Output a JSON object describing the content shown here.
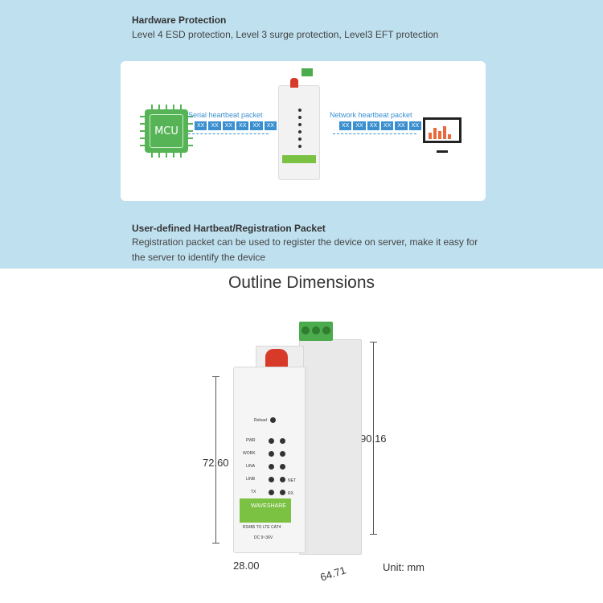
{
  "sections": [
    {
      "heading": "Hardware Protection",
      "text": "Level 4 ESD protection, Level 3 surge protection, Level3 EFT protection"
    },
    {
      "heading": "User-defined Hartbeat/Registration Packet",
      "text_line1": "Registration packet can be used to register the device on server, make it easy for",
      "text_line2": "the server to identify the device"
    }
  ],
  "diagram": {
    "mcu_label": "MCU",
    "serial_label": "Serial heartbeat packet",
    "network_label": "Network heartbeat packet",
    "packet_token": "XX"
  },
  "outline": {
    "title": "Outline Dimensions",
    "height_front": "72.60",
    "height_total": "90.16",
    "width": "28.00",
    "depth": "64.71",
    "unit": "Unit: mm",
    "panel_labels": {
      "reload": "Reload",
      "pwr": "PWR",
      "work": "WORK",
      "lina": "LINA",
      "linb": "LINB",
      "tx": "TX",
      "net": "NET",
      "rx": "RX"
    },
    "brand": "WAVESHARE",
    "model": "RS485 TO LTE CAT4",
    "power": "DC 9~36V"
  },
  "colors": {
    "band_bg": "#bfe0ef",
    "accent_blue": "#3a8fd0",
    "green": "#56b456",
    "red": "#d83a2a"
  }
}
